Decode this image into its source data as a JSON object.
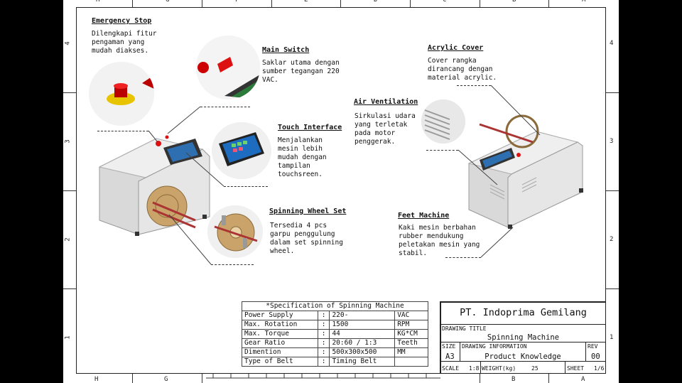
{
  "zones": {
    "top": [
      "H",
      "G",
      "F",
      "E",
      "D",
      "C",
      "B",
      "A"
    ],
    "bottom": [
      "H",
      "G",
      "B",
      "A"
    ],
    "side": [
      "4",
      "3",
      "2",
      "1"
    ]
  },
  "callouts": {
    "emergency_stop": {
      "title": "Emergency Stop",
      "body": "Dilengkapi fitur\npengaman yang\nmudah diakses."
    },
    "main_switch": {
      "title": "Main Switch",
      "body": "Saklar utama dengan\nsumber tegangan 220\nVAC."
    },
    "touch_interface": {
      "title": "Touch Interface",
      "body": "Menjalankan\nmesin lebih\nmudah dengan\ntampilan\ntouchsreen."
    },
    "spinning_wheel": {
      "title": "Spinning Wheel Set",
      "body": "Tersedia 4 pcs\ngarpu penggulung\ndalam set spinning\nwheel."
    },
    "acrylic_cover": {
      "title": "Acrylic Cover",
      "body": "Cover rangka\ndirancang dengan\nmaterial acrylic."
    },
    "air_ventilation": {
      "title": "Air Ventilation",
      "body": "Sirkulasi udara\nyang terletak\npada motor\npenggerak."
    },
    "feet_machine": {
      "title": "Feet Machine",
      "body": "Kaki mesin berbahan\nrubber mendukung\npeletakan mesin yang\nstabil."
    }
  },
  "spec": {
    "title": "*Specification of Spinning Machine",
    "rows": [
      {
        "label": "Power Supply",
        "sep": ":",
        "value": "220-",
        "unit": "VAC"
      },
      {
        "label": "Max. Rotation",
        "sep": ":",
        "value": "1500",
        "unit": "RPM"
      },
      {
        "label": "Max. Torque",
        "sep": ":",
        "value": "44",
        "unit": "KG*CM"
      },
      {
        "label": "Gear Ratio",
        "sep": ":",
        "value": "20:60 / 1:3",
        "unit": "Teeth"
      },
      {
        "label": "Dimention",
        "sep": ":",
        "value": "500x300x500",
        "unit": "MM"
      },
      {
        "label": "Type of Belt",
        "sep": ":",
        "value": "Timing Belt",
        "unit": ""
      }
    ]
  },
  "title_block": {
    "company": "PT. Indoprima Gemilang",
    "drawing_title_label": "DRAWING TITLE",
    "drawing_title": "Spinning Machine",
    "size_label": "SIZE",
    "size": "A3",
    "drawing_info_label": "DRAWING INFORMATION",
    "drawing_info": "Product Knowledge",
    "rev_label": "REV",
    "rev": "00",
    "scale_label": "SCALE",
    "scale": "1:8",
    "weight_label": "WEIGHT(kg)",
    "weight": "25",
    "sheet_label": "SHEET",
    "sheet": "1/6"
  },
  "colors": {
    "machine_body": "#e4e4e4",
    "accent_red": "#d11",
    "wheel": "#c9a36a",
    "screen": "#2d6fb0"
  }
}
